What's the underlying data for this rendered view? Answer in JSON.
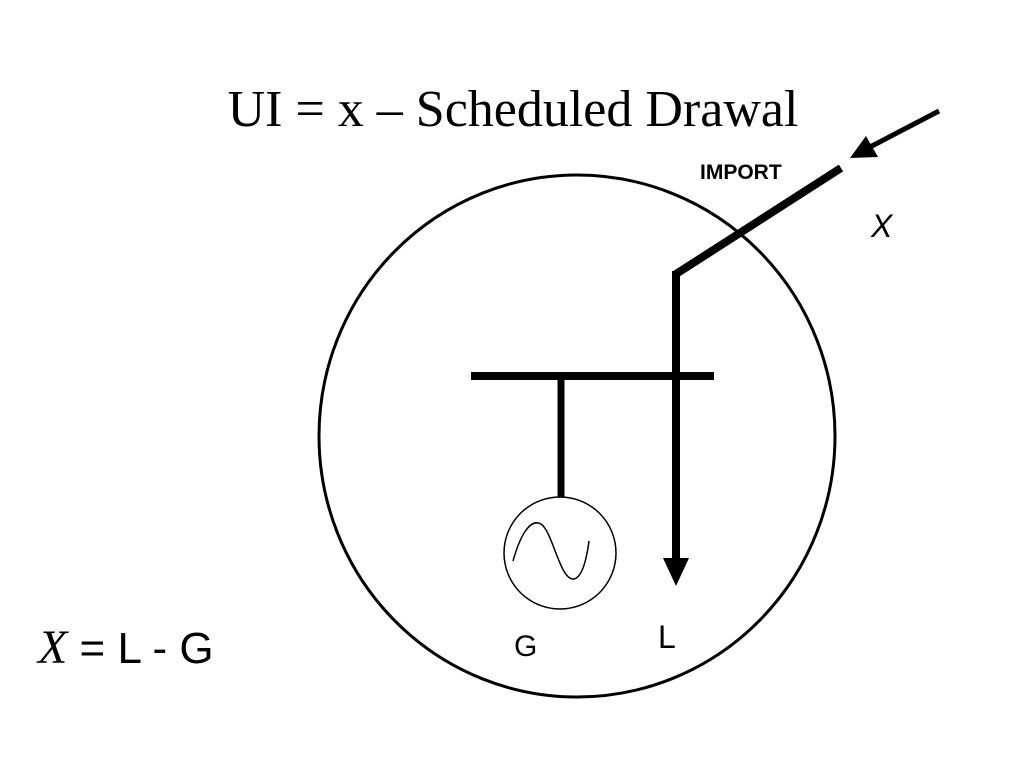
{
  "title": "UI = x – Scheduled Drawal",
  "diagram": {
    "import_label": "IMPORT",
    "flow_label": "X",
    "generator_label": "G",
    "load_label": "L"
  },
  "equation": {
    "variable": "X",
    "expression": " = L - G"
  },
  "colors": {
    "stroke": "#000000",
    "background": "#ffffff"
  }
}
